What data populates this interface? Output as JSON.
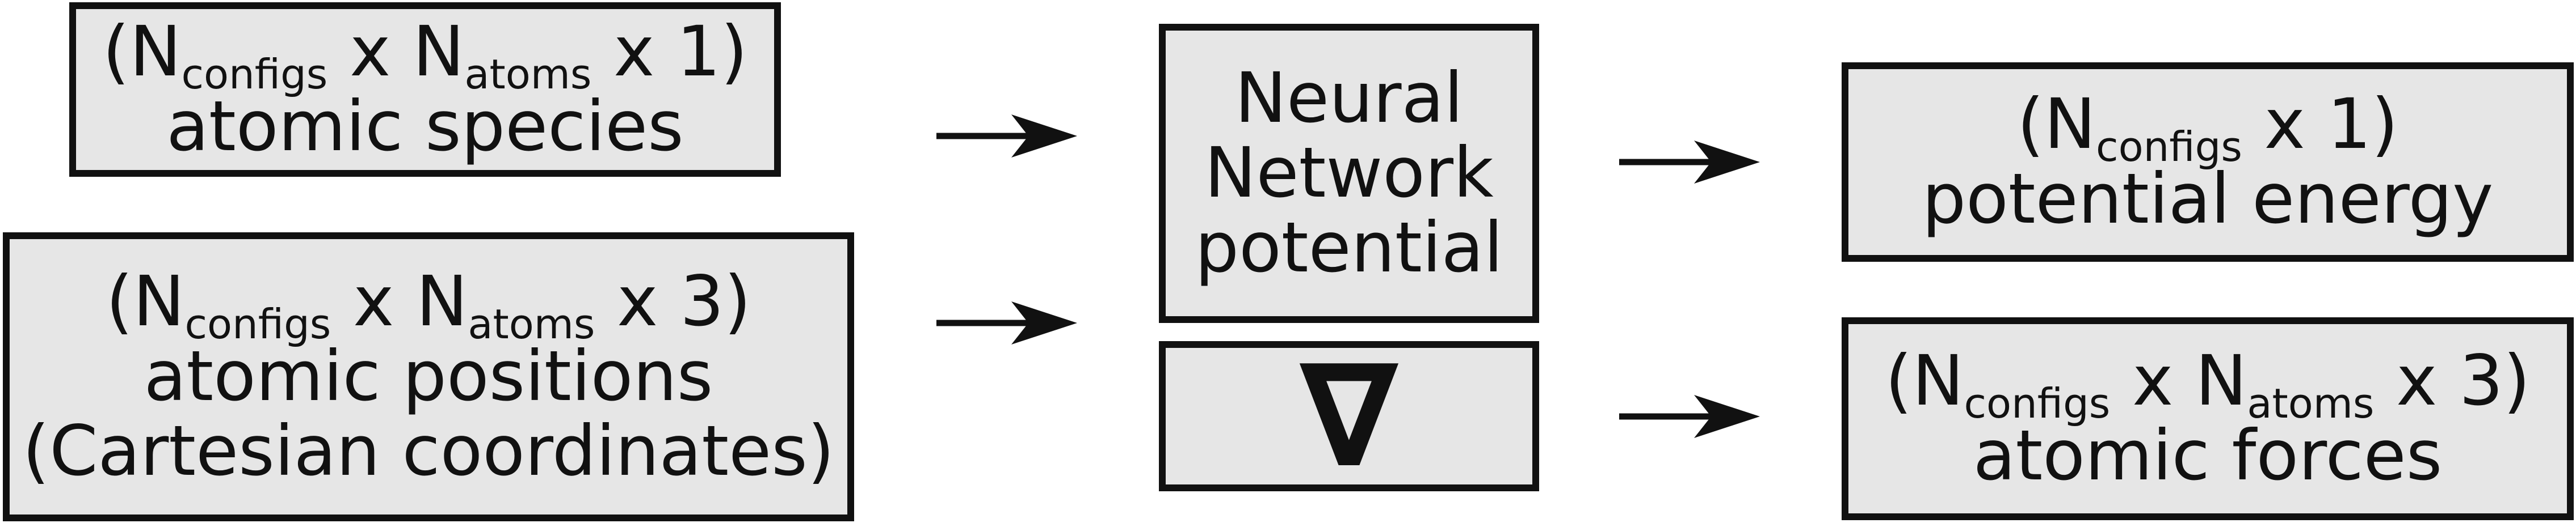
{
  "inputs": {
    "species": {
      "shape_parts": [
        "(N",
        "configs",
        " x N",
        "atoms",
        " x 1)"
      ],
      "label": "atomic species"
    },
    "positions": {
      "shape_parts": [
        "(N",
        "configs",
        " x N",
        "atoms",
        " x 3)"
      ],
      "label": "atomic positions",
      "sublabel": "(Cartesian coordinates)"
    }
  },
  "model": {
    "line1": "Neural",
    "line2": "Network",
    "line3": "potential",
    "gradient_symbol": "∇"
  },
  "outputs": {
    "energy": {
      "shape_parts": [
        "(N",
        "configs",
        " x 1)"
      ],
      "label": "potential energy"
    },
    "forces": {
      "shape_parts": [
        "(N",
        "configs",
        " x N",
        "atoms",
        " x 3)"
      ],
      "label": "atomic forces"
    }
  }
}
